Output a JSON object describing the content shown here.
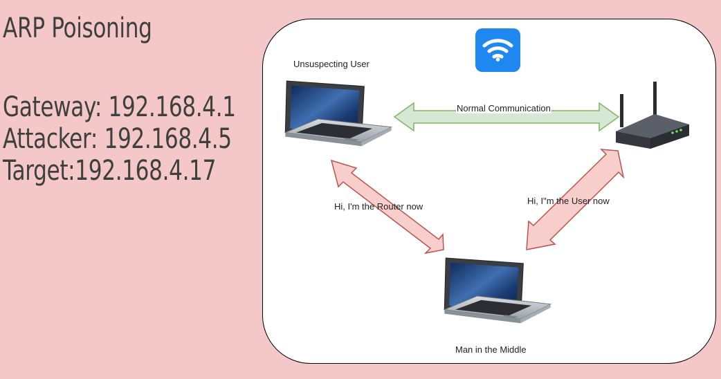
{
  "slide": {
    "title": "ARP Poisoning",
    "gateway_line": "Gateway: 192.168.4.1",
    "attacker_line": "Attacker: 192.168.4.5",
    "target_line": "Target:192.168.4.17"
  },
  "diagram": {
    "user_label": "Unsuspecting User",
    "mitm_label": "Man in the Middle",
    "normal_edge_label": "Normal Communication",
    "router_claim_label": "Hi, I'm the Router now",
    "user_claim_label": "Hi, I\"m the User now",
    "colors": {
      "normal_arrow_fill": "#d5e8d4",
      "normal_arrow_stroke": "#82b366",
      "attack_arrow_fill": "#f8cecc",
      "attack_arrow_stroke": "#b85450",
      "wifi_badge": "#1e88f0"
    },
    "icons": [
      "wifi-icon",
      "laptop-icon",
      "router-icon"
    ]
  }
}
